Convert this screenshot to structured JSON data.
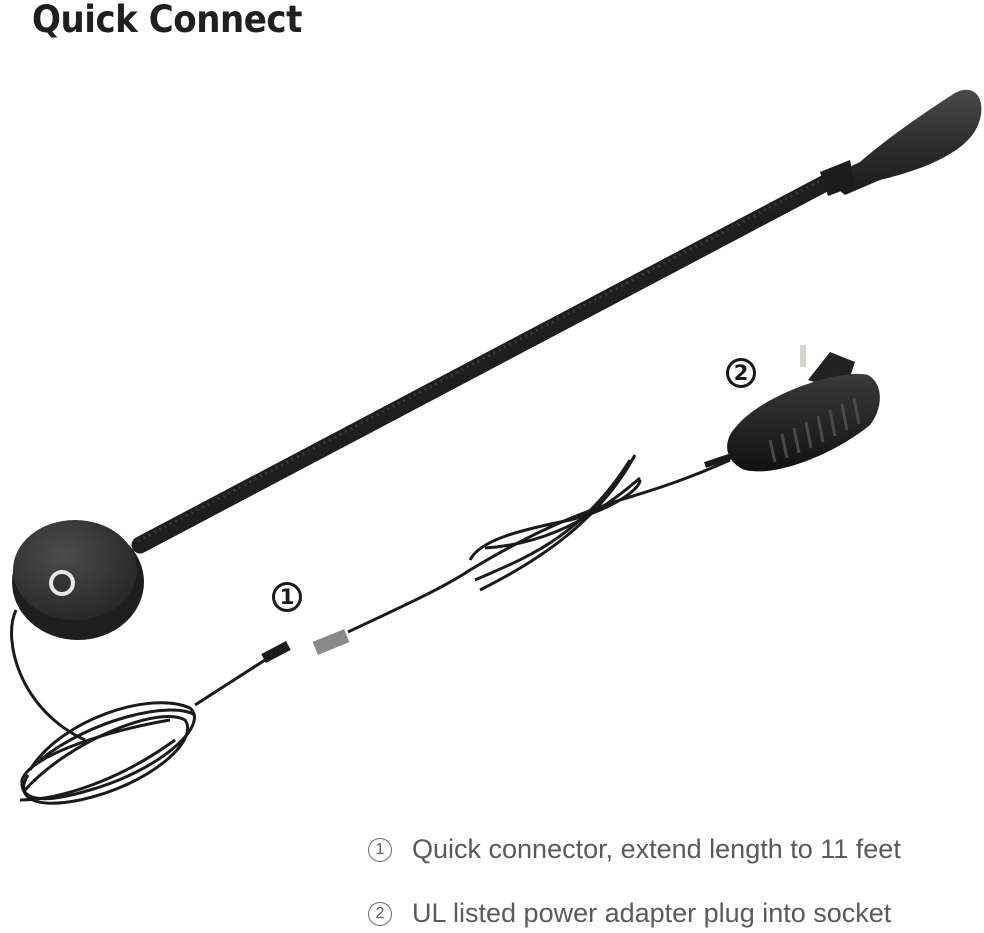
{
  "title": "Quick Connect",
  "markers": [
    {
      "label": "1",
      "part": "quick connector"
    },
    {
      "label": "2",
      "part": "power adapter"
    }
  ],
  "captions": [
    {
      "num": "1",
      "text": "Quick connector, extend length to 11 feet"
    },
    {
      "num": "2",
      "text": "UL listed power adapter plug into socket"
    }
  ],
  "product": {
    "parts": [
      "gooseneck-lamp-head",
      "flexible-gooseneck-arm",
      "round-base-with-touch-switch",
      "coiled-cable",
      "male-connector",
      "female-connector",
      "extension-cable",
      "ac-power-adapter"
    ],
    "colors": {
      "body": "#2b2b2b",
      "switch_ring": "#e8e8e8",
      "connector": "#8a8a8a",
      "prongs": "#d9d4cc"
    }
  }
}
